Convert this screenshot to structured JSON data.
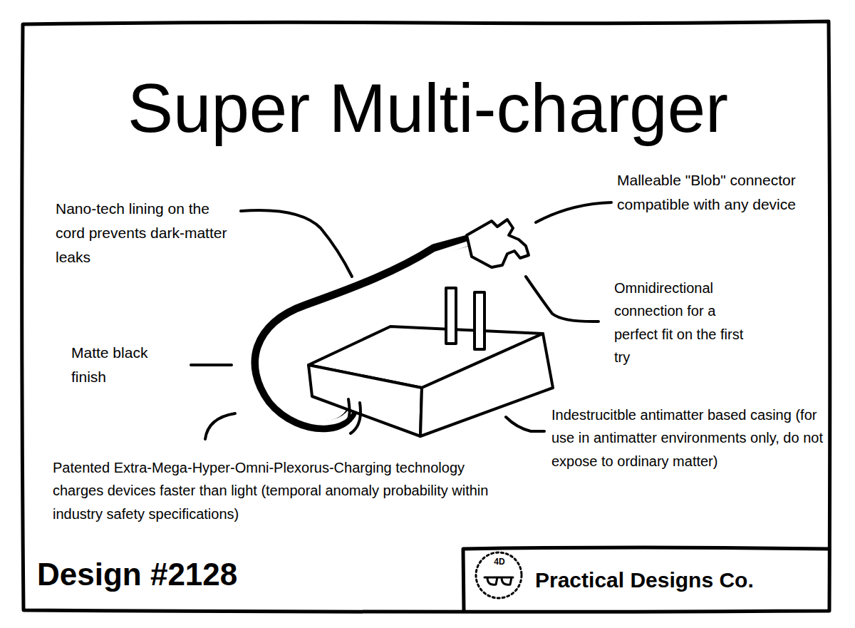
{
  "diagram": {
    "title": "Super Multi-charger",
    "nodes": [
      {
        "text": [
          "Practical Designs Co."
        ]
      }
    ],
    "labels": [
      "Nano-tech lining on the cord prevents dark-matter leaks",
      "Malleable \"Blob\" connector compatible with any device",
      "Omnidirectional connection for a perfect fit on the first try",
      "Matte black finish",
      "Indestrucitble antimatter based casing (for use in antimatter environments only, do not expose to ordinary matter)",
      "Patented Extra-Mega-Hyper-Omni-Plexorus-Charging technology charges devices faster than light (temporal anomaly probability within industry safety specifications)",
      "Design #2128",
      "4D"
    ]
  }
}
